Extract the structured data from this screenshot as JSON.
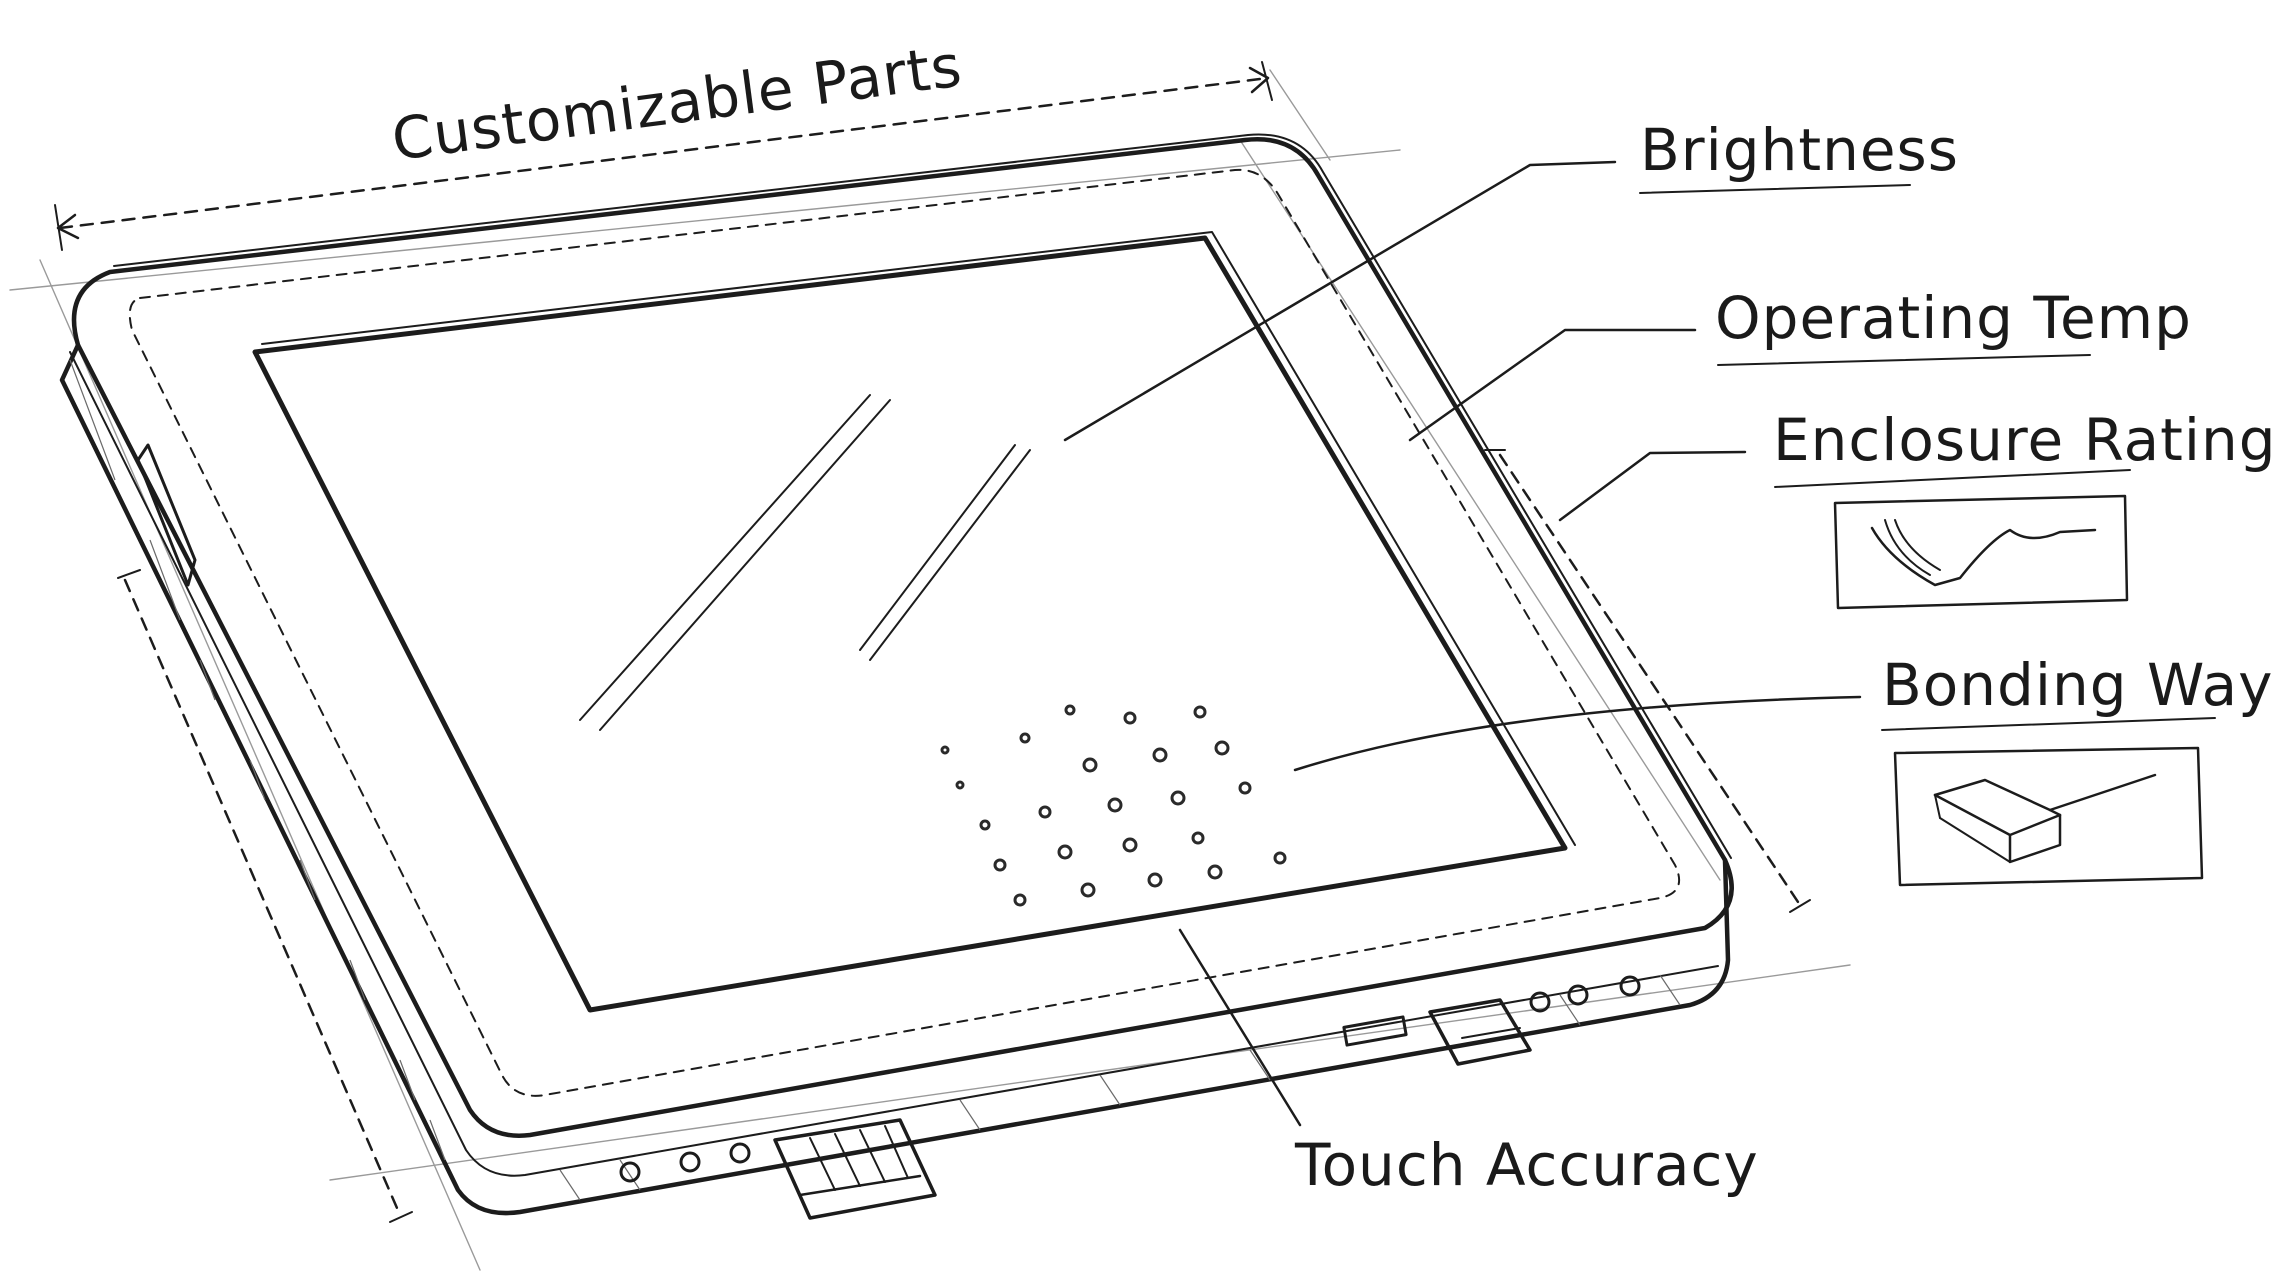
{
  "diagram": {
    "labels": {
      "customizable_parts": "Customizable Parts",
      "brightness": "Brightness",
      "operating_temp": "Operating Temp",
      "enclosure_rating": "Enclosure Rating",
      "bonding_way": "Bonding Way",
      "touch_accuracy": "Touch Accuracy"
    },
    "colors": {
      "ink": "#1c1c1c",
      "paper": "#ffffff"
    }
  }
}
